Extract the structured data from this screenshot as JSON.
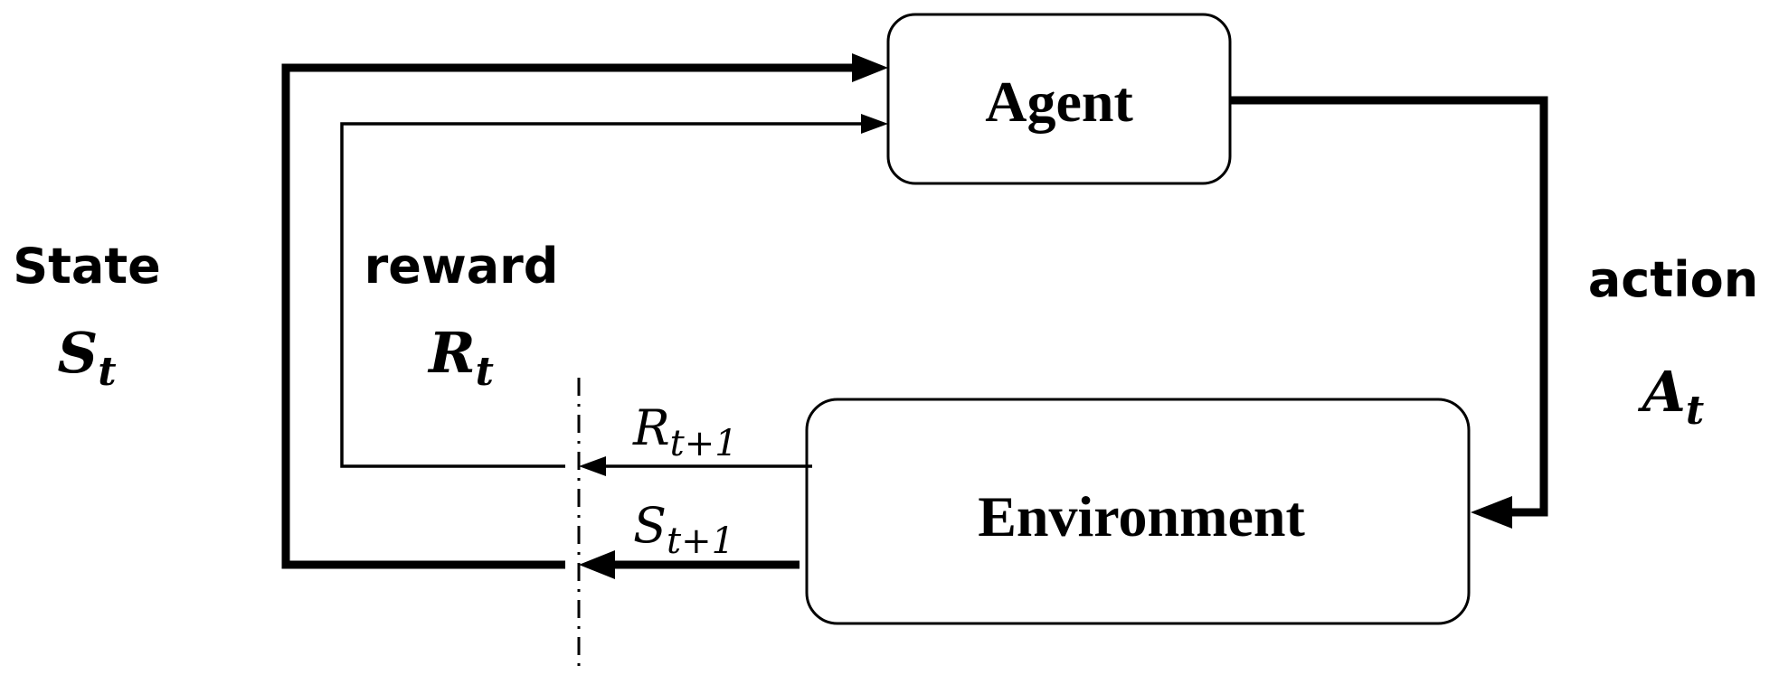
{
  "nodes": {
    "agent": {
      "label": "Agent"
    },
    "environment": {
      "label": "Environment"
    }
  },
  "labels": {
    "state": {
      "word": "State",
      "symbol": "S",
      "subscript": "t"
    },
    "reward": {
      "word": "reward",
      "symbol": "R",
      "subscript": "t"
    },
    "action": {
      "word": "action",
      "symbol": "A",
      "subscript": "t"
    },
    "next_reward": {
      "symbol": "R",
      "subscript": "t+1"
    },
    "next_state": {
      "symbol": "S",
      "subscript": "t+1"
    }
  },
  "colors": {
    "stroke": "#000000",
    "background": "#ffffff"
  }
}
